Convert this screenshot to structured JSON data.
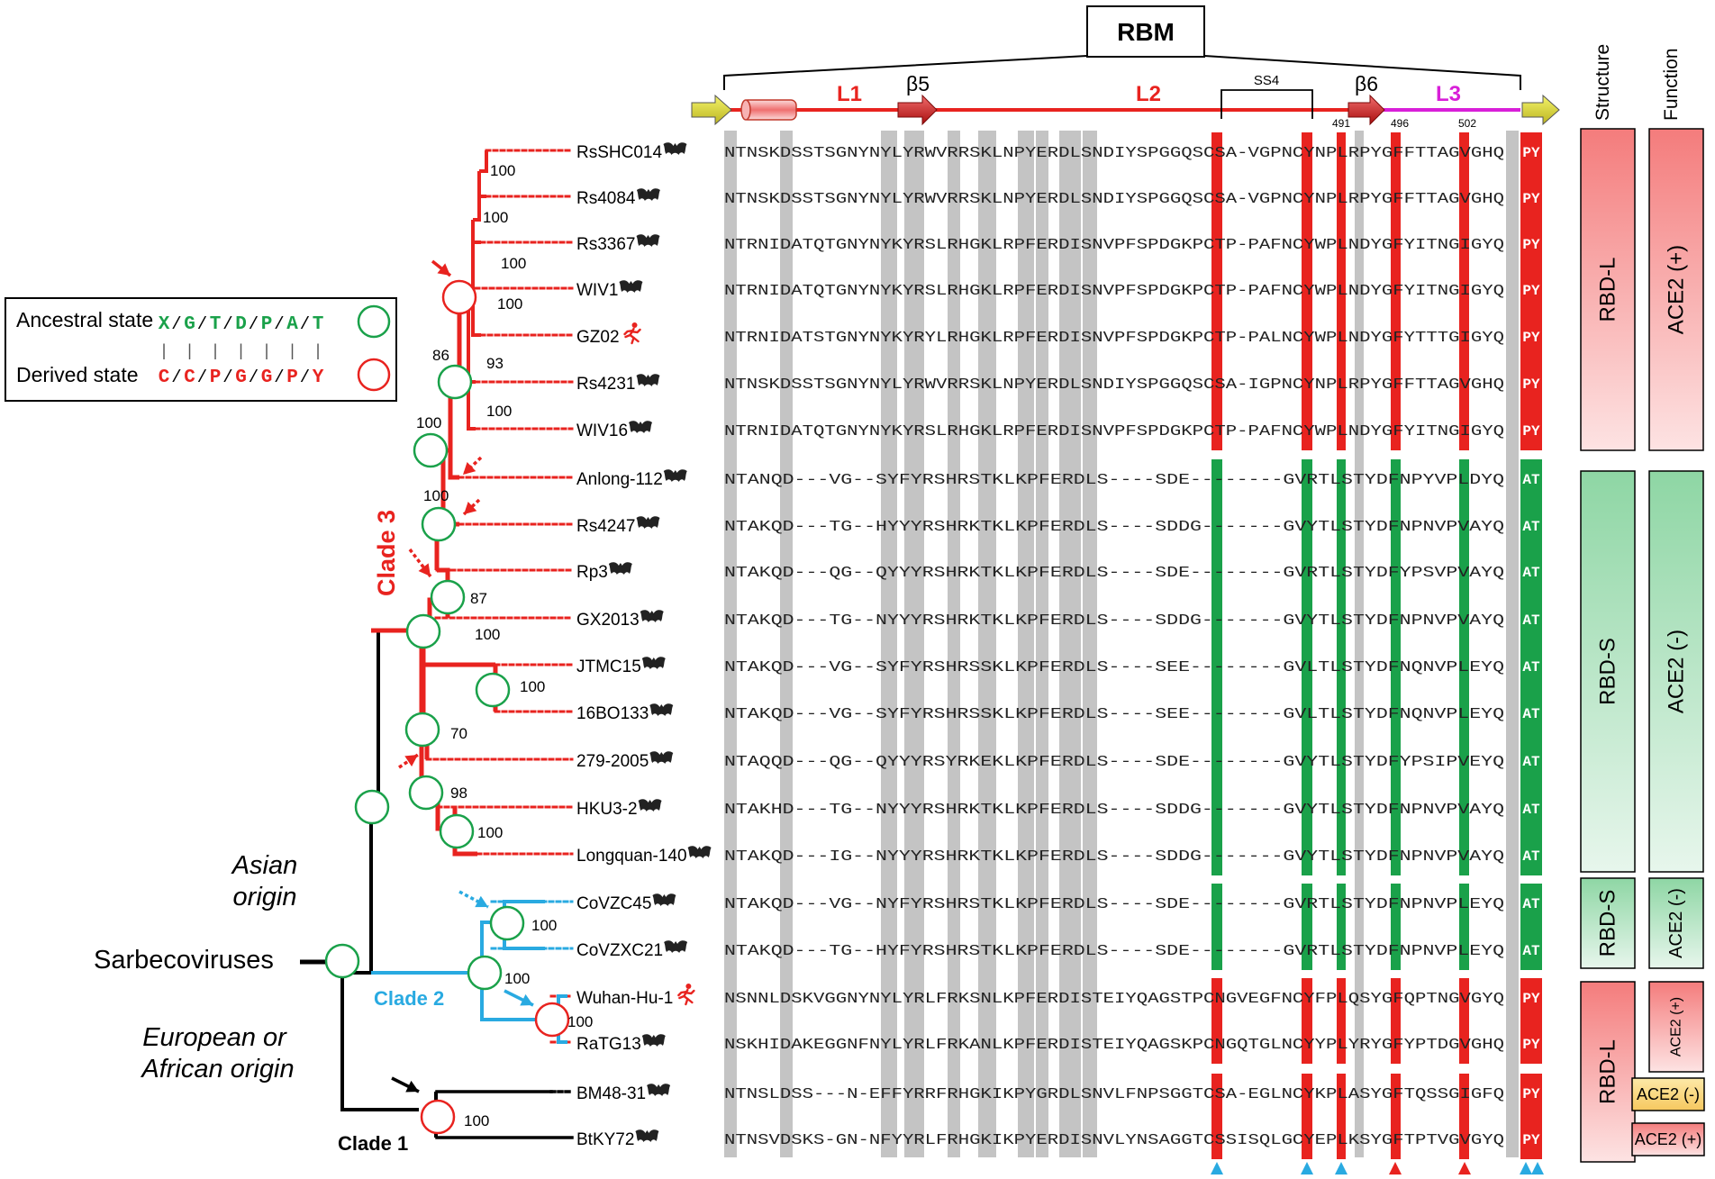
{
  "rbm_label": "RBM",
  "domain_labels": {
    "l1": "L1",
    "b5": "β5",
    "l2": "L2",
    "ss4": "SS4",
    "b6": "β6",
    "l3": "L3"
  },
  "position_labels": [
    "491",
    "496",
    "502"
  ],
  "legend": {
    "ancestral_label": "Ancestral state",
    "derived_label": "Derived state",
    "ancestral_residues": [
      "X",
      "G",
      "T",
      "D",
      "P",
      "A",
      "T"
    ],
    "derived_residues": [
      "C",
      "C",
      "P",
      "G",
      "G",
      "P",
      "Y"
    ],
    "separator": "/",
    "bar": "|"
  },
  "tree_labels": {
    "clade1": "Clade 1",
    "clade2": "Clade 2",
    "clade3": "Clade 3",
    "root": "Sarbecoviruses",
    "asian_origin": [
      "Asian",
      "origin"
    ],
    "euro_origin": [
      "European or",
      "African origin"
    ]
  },
  "bootstrap_values": [
    "100",
    "100",
    "100",
    "100",
    "93",
    "100",
    "86",
    "100",
    "100",
    "87",
    "100",
    "100",
    "70",
    "98",
    "100",
    "100",
    "100",
    "100",
    "100"
  ],
  "sequences": [
    {
      "name": "RsSHC014",
      "host": "bat",
      "seq": "NTNSKDSSTSGNYNYLYRWVRRSKLNPYERDLSNDIYSPGGQSCSA-VGPNCYNPLRPYGFFTTAGVGHQPY"
    },
    {
      "name": "Rs4084",
      "host": "bat",
      "seq": "NTNSKDSSTSGNYNYLYRWVRRSKLNPYERDLSNDIYSPGGQSCSA-VGPNCYNPLRPYGFFTTAGVGHQPY"
    },
    {
      "name": "Rs3367",
      "host": "bat",
      "seq": "NTRNIDATQTGNYNYKYRSLRHGKLRPFERDISNVPFSPDGKPCTP-PAFNCYWPLNDYGFYITNGIGYQPY"
    },
    {
      "name": "WIV1",
      "host": "bat",
      "seq": "NTRNIDATQTGNYNYKYRSLRHGKLRPFERDISNVPFSPDGKPCTP-PAFNCYWPLNDYGFYITNGIGYQPY"
    },
    {
      "name": "GZ02",
      "host": "human",
      "seq": "NTRNIDATSTGNYNYKYRYLRHGKLRPFERDISNVPFSPDGKPCTP-PALNCYWPLNDYGFYTTTGIGYQPY"
    },
    {
      "name": "Rs4231",
      "host": "bat",
      "seq": "NTNSKDSSTSGNYNYLYRWVRRSKLNPYERDLSNDIYSPGGQSCSA-IGPNCYNPLRPYGFFTTAGVGHQPY"
    },
    {
      "name": "WIV16",
      "host": "bat",
      "seq": "NTRNIDATQTGNYNYKYRSLRHGKLRPFERDISNVPFSPDGKPCTP-PAFNCYWPLNDYGFYITNGIGYQPY"
    },
    {
      "name": "Anlong-112",
      "host": "bat",
      "seq": "NTANQD---VG--SYFYRSHRSTKLKPFERDLS----SDE--------GVRTLSTYDFNPYVPLDYQAT"
    },
    {
      "name": "Rs4247",
      "host": "bat",
      "seq": "NTAKQD---TG--HYYYRSHRKTKLKPFERDLS----SDDG-------GVYTLSTYDFNPNVPVAYQAT"
    },
    {
      "name": "Rp3",
      "host": "bat",
      "seq": "NTAKQD---QG--QYYYRSHRKTKLKPFERDLS----SDE--------GVRTLSTYDFYPSVPVAYQAT"
    },
    {
      "name": "GX2013",
      "host": "bat",
      "seq": "NTAKQD---TG--NYYYRSHRKTKLKPFERDLS----SDDG-------GVYTLSTYDFNPNVPVAYQAT"
    },
    {
      "name": "JTMC15",
      "host": "bat",
      "seq": "NTAKQD---VG--SYFYRSHRSSKLKPFERDLS----SEE--------GVLTLSTYDFNQNVPLEYQAT"
    },
    {
      "name": "16BO133",
      "host": "bat",
      "seq": "NTAKQD---VG--SYFYRSHRSSKLKPFERDLS----SEE--------GVLTLSTYDFNQNVPLEYQAT"
    },
    {
      "name": "279-2005",
      "host": "bat",
      "seq": "NTAQQD---QG--QYYYRSYRKEKLKPFERDLS----SDE--------GVYTLSTYDFYPSIPVEYQAT"
    },
    {
      "name": "HKU3-2",
      "host": "bat",
      "seq": "NTAKHD---TG--NYYYRSHRKTKLKPFERDLS----SDDG-------GVYTLSTYDFNPNVPVAYQAT"
    },
    {
      "name": "Longquan-140",
      "host": "bat",
      "seq": "NTAKQD---IG--NYYYRSHRKTKLKPFERDLS----SDDG-------GVYTLSTYDFNPNVPVAYQAT"
    },
    {
      "name": "CoVZC45",
      "host": "bat",
      "seq": "NTAKQD---VG--NYFYRSHRSTKLKPFERDLS----SDE--------GVRTLSTYDFNPNVPLEYQAT"
    },
    {
      "name": "CoVZXC21",
      "host": "bat",
      "seq": "NTAKQD---TG--HYFYRSHRSTKLKPFERDLS----SDE--------GVRTLSTYDFNPNVPLEYQAT"
    },
    {
      "name": "Wuhan-Hu-1",
      "host": "human",
      "seq": "NSNNLDSKVGGNYNYLYRLFRKSNLKPFERDISTEIYQAGSTPCNGVEGFNCYFPLQSYGFQPTNGVGYQPY"
    },
    {
      "name": "RaTG13",
      "host": "bat",
      "seq": "NSKHIDAKEGGNFNYLYRLFRKANLKPFERDISTEIYQAGSKPCNGQTGLNCYYPLYRYGFYPTDGVGHQPY"
    },
    {
      "name": "BM48-31",
      "host": "bat",
      "seq": "NTNSLDSS---N-EFFYRRFRHGKIKPYGRDLSNVLFNPSGGTCSA-EGLNCYKPLASYGFTQSSGIGFQPY"
    },
    {
      "name": "BtKY72",
      "host": "bat",
      "seq": "NTNSVDSKS-GN-NFYYRLFRHGKIKPYERDISNVLYNSAGGTCSSISQLGCYEPLKSYGFTPTVGVGYQPY"
    }
  ],
  "annotations": {
    "structure_header": "Structure",
    "function_header": "Function",
    "structure": [
      "RBD-L",
      "RBD-S",
      "RBD-S",
      "RBD-L"
    ],
    "function": [
      "ACE2 (+)",
      "ACE2 (-)",
      "ACE2 (-)",
      "ACE2 (+)",
      "ACE2 (-)",
      "ACE2 (+)"
    ]
  },
  "colors": {
    "red": "#e8231f",
    "green": "#1aa14a",
    "blue": "#29aae1",
    "magenta": "#d81fd8",
    "gray": "#c4c4c4",
    "black": "#000000"
  }
}
